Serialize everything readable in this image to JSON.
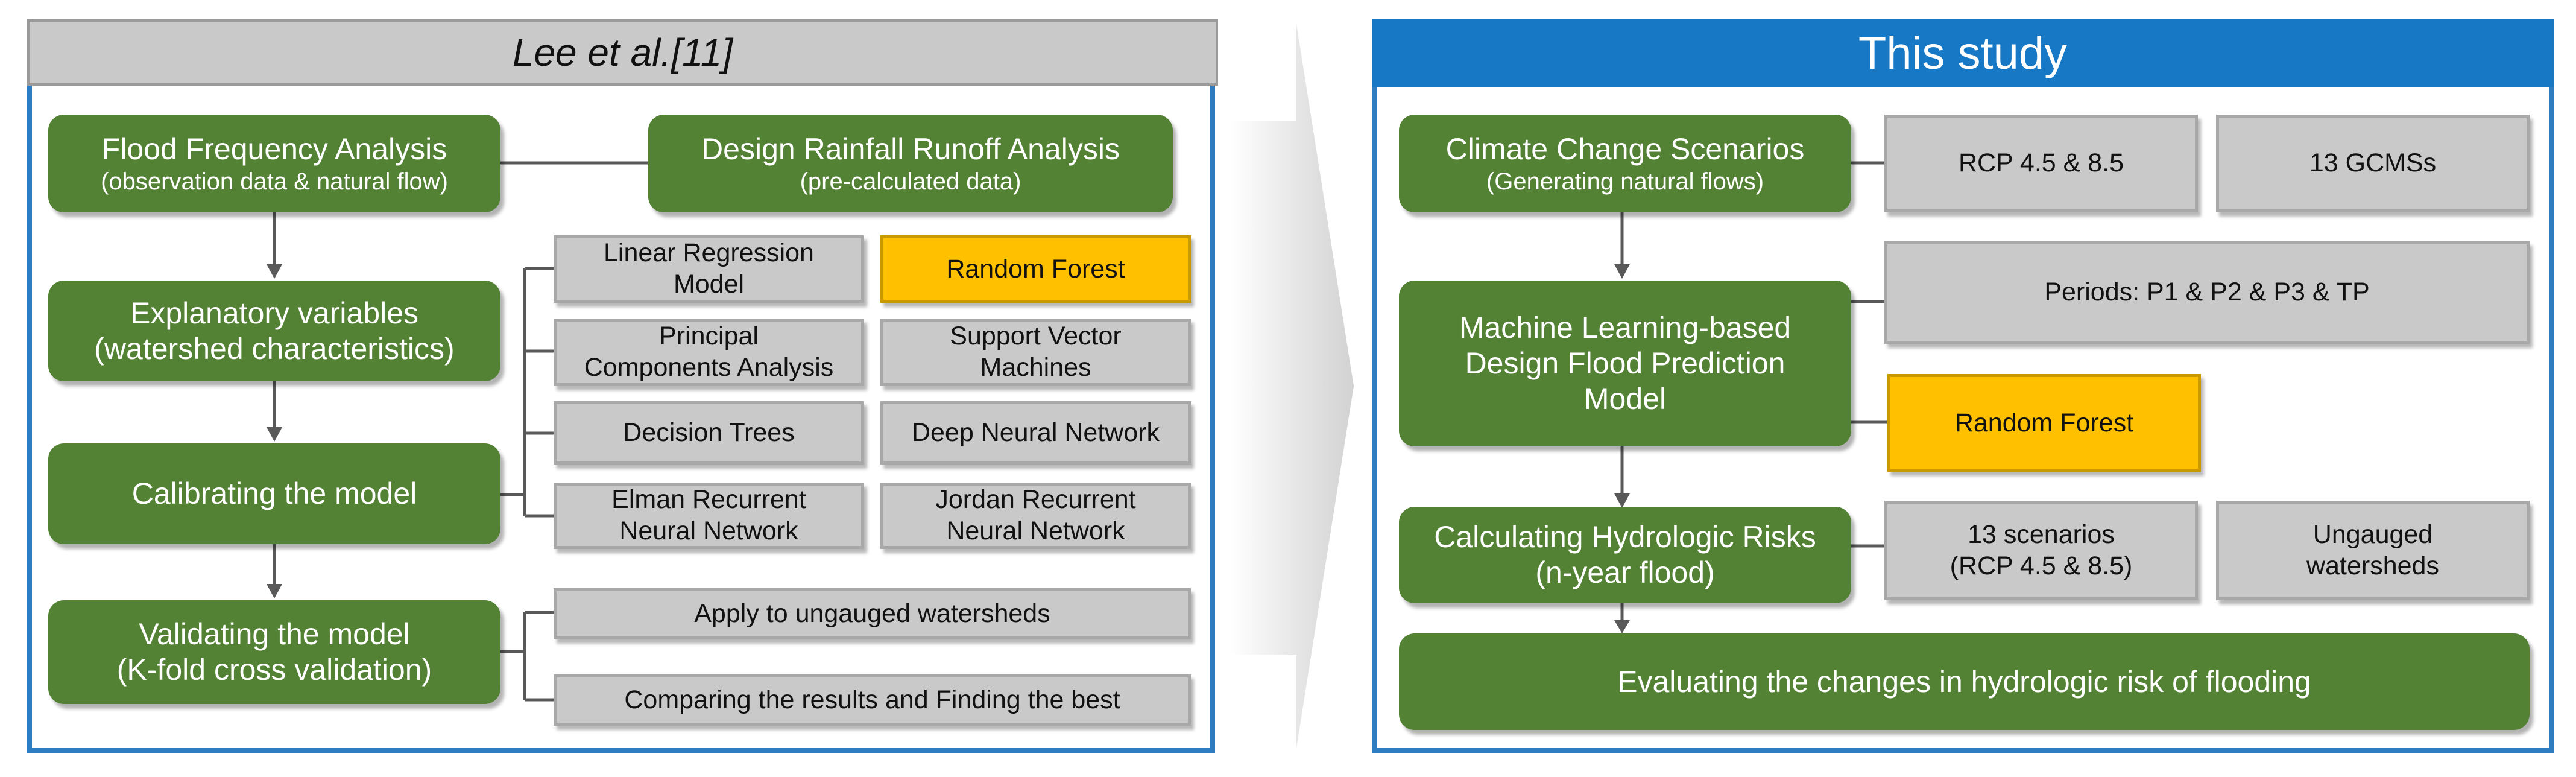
{
  "left": {
    "header": "Lee et al.[11]",
    "flood_frequency": {
      "line1": "Flood Frequency Analysis",
      "line2": "(observation data & natural flow)"
    },
    "design_rainfall": {
      "line1": "Design Rainfall Runoff Analysis",
      "line2": "(pre-calculated data)"
    },
    "explanatory": {
      "line1": "Explanatory variables",
      "line2": "(watershed characteristics)"
    },
    "calibrating": {
      "line1": "Calibrating the model"
    },
    "validating": {
      "line1": "Validating the model",
      "line2": "(K-fold cross validation)"
    },
    "models": [
      {
        "line1": "Linear Regression",
        "line2": "Model"
      },
      {
        "line1": "Random Forest"
      },
      {
        "line1": "Principal",
        "line2": "Components Analysis"
      },
      {
        "line1": "Support Vector",
        "line2": "Machines"
      },
      {
        "line1": "Decision Trees"
      },
      {
        "line1": "Deep Neural Network"
      },
      {
        "line1": "Elman Recurrent",
        "line2": "Neural Network"
      },
      {
        "line1": "Jordan Recurrent",
        "line2": "Neural Network"
      }
    ],
    "apply": "Apply to ungauged watersheds",
    "compare": "Comparing the results and Finding the best"
  },
  "right": {
    "header": "This study",
    "climate": {
      "line1": "Climate Change Scenarios",
      "line2": "(Generating natural flows)"
    },
    "rcp": "RCP 4.5 & 8.5",
    "gcms": "13 GCMSs",
    "ml_model": {
      "line1": "Machine Learning-based",
      "line2": "Design Flood Prediction",
      "line3": "Model"
    },
    "periods": "Periods: P1 & P2 & P3 & TP",
    "random_forest": "Random Forest",
    "hydrologic": {
      "line1": "Calculating Hydrologic Risks",
      "line2": "(n-year flood)"
    },
    "scenarios": {
      "line1": "13 scenarios",
      "line2": "(RCP 4.5 & 8.5)"
    },
    "ungauged": {
      "line1": "Ungauged",
      "line2": "watersheds"
    },
    "evaluating": "Evaluating the changes in hydrologic risk of flooding"
  }
}
